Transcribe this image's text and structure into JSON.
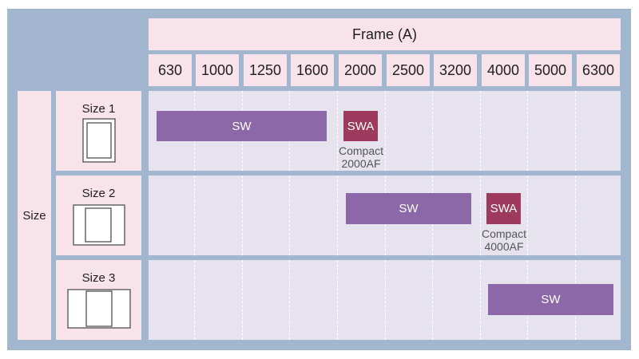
{
  "header": {
    "title": "Frame (A)"
  },
  "ticks": [
    "630",
    "1000",
    "1250",
    "1600",
    "2000",
    "2500",
    "3200",
    "4000",
    "5000",
    "6300"
  ],
  "size_axis_label": "Size",
  "rows": [
    {
      "label": "Size 1",
      "bars": [
        {
          "type": "SW",
          "label": "SW",
          "from": "630",
          "to": "1600"
        },
        {
          "type": "SWA",
          "label": "SWA",
          "at": "2000"
        }
      ],
      "note": {
        "line1": "Compact",
        "line2": "2000AF"
      }
    },
    {
      "label": "Size 2",
      "bars": [
        {
          "type": "SW",
          "label": "SW",
          "from": "2000",
          "to": "3200"
        },
        {
          "type": "SWA",
          "label": "SWA",
          "at": "4000"
        }
      ],
      "note": {
        "line1": "Compact",
        "line2": "4000AF"
      }
    },
    {
      "label": "Size 3",
      "bars": [
        {
          "type": "SW",
          "label": "SW",
          "from": "4000",
          "to": "6300"
        }
      ]
    }
  ],
  "colors": {
    "sw": "#8d68a8",
    "swa": "#9e3a5e",
    "background": "#a3b6cf"
  }
}
